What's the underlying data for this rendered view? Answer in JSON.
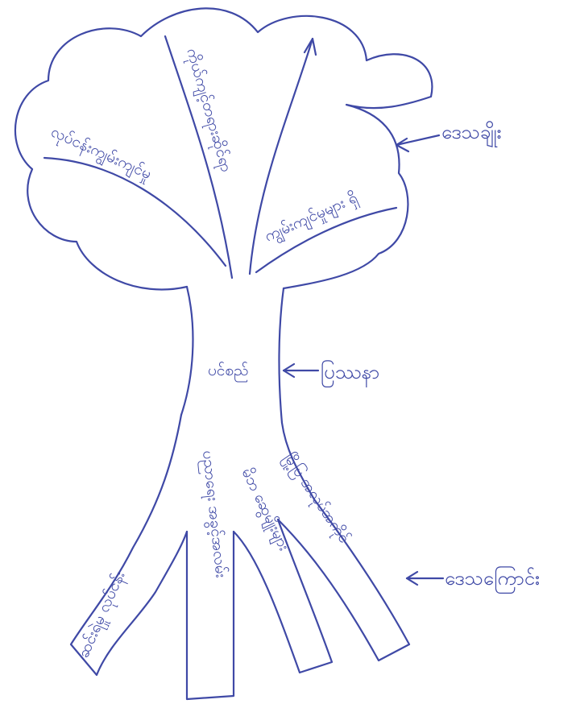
{
  "diagram": {
    "canopy": {
      "branches": [
        {
          "text": "လုပ်ငန်းကျွမ်းကျင်မှု"
        },
        {
          "text": "ကိုယ်ကျင့်တရားဆိုင်ရာ"
        },
        {
          "text": "ကျွမ်းကျင်မှုများ ရှိ"
        }
      ],
      "pointer_label": "ဒေသချိုး"
    },
    "trunk": {
      "text": "ပင်စည်",
      "pointer_label": "ပြဿနာ"
    },
    "roots": {
      "items": [
        {
          "text": "ဆင်းရဲမှု လုပ်ငန်း"
        },
        {
          "text": "ပညာရေး အခွင့်အလမ်း"
        },
        {
          "text": "မိဘ ဆွေမျိုးများ"
        },
        {
          "text": "မြို့ပြ အလုပ်အကိုင်"
        }
      ],
      "pointer_label": "ဒေသကြောင်း"
    },
    "ink_color": "#3f49a6"
  }
}
